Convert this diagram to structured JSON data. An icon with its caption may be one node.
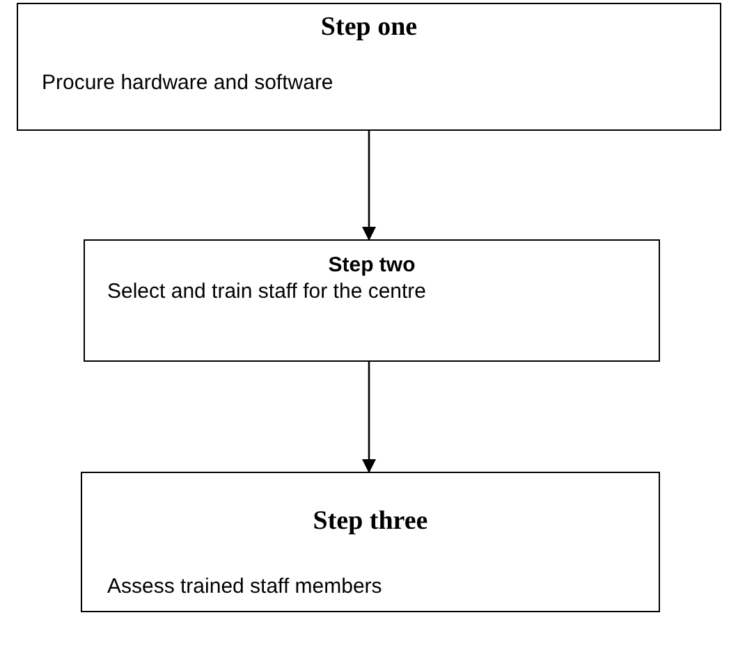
{
  "diagram": {
    "nodes": [
      {
        "text": [
          "Step one",
          "Procure hardware and software"
        ]
      },
      {
        "text": [
          "Step two",
          "Select and train staff for the centre"
        ]
      },
      {
        "text": [
          "Step three",
          "Assess trained staff members"
        ]
      }
    ],
    "edges": [
      {
        "from": 0,
        "to": 1,
        "arrow": "to"
      },
      {
        "from": 1,
        "to": 2,
        "arrow": "to"
      }
    ]
  }
}
